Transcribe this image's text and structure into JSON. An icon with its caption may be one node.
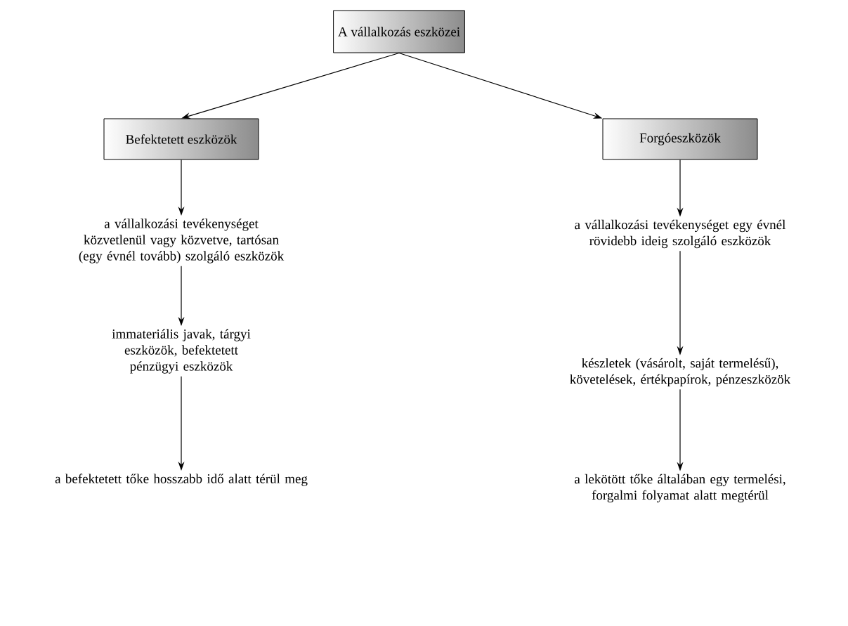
{
  "diagram": {
    "nodes": [
      {
        "text": [
          "A vállalkozás eszközei"
        ]
      },
      {
        "text": [
          "Befektetett eszközök"
        ]
      },
      {
        "text": [
          "Forgóeszközök"
        ]
      },
      {
        "text": [
          "a vállalkozási tevékenységet közvetlenül vagy közvetve, tartósan (egy évnél tovább) szolgáló eszközök"
        ]
      },
      {
        "text": [
          "a vállalkozási tevékenységet egy évnél rövidebb ideig szolgáló eszközök"
        ]
      },
      {
        "text": [
          "immateriális javak, tárgyi eszközök, befektetett pénzügyi eszközök"
        ]
      },
      {
        "text": [
          "készletek (vásárolt, saját termelésű), követelések, értékpapírok, pénzeszközök"
        ]
      },
      {
        "text": [
          "a befektetett tőke hosszabb idő alatt térül meg"
        ]
      },
      {
        "text": [
          "a lekötött tőke általában egy termelési, forgalmi folyamat alatt megtérül"
        ]
      }
    ],
    "edges": [
      {
        "from": 0,
        "to": 1,
        "arrow": "to"
      },
      {
        "from": 0,
        "to": 2,
        "arrow": "to"
      },
      {
        "from": 1,
        "to": 3,
        "arrow": "to"
      },
      {
        "from": 2,
        "to": 4,
        "arrow": "to"
      },
      {
        "from": 3,
        "to": 5,
        "arrow": "to"
      },
      {
        "from": 4,
        "to": 6,
        "arrow": "to"
      },
      {
        "from": 5,
        "to": 7,
        "arrow": "to"
      },
      {
        "from": 6,
        "to": 8,
        "arrow": "to"
      }
    ]
  }
}
